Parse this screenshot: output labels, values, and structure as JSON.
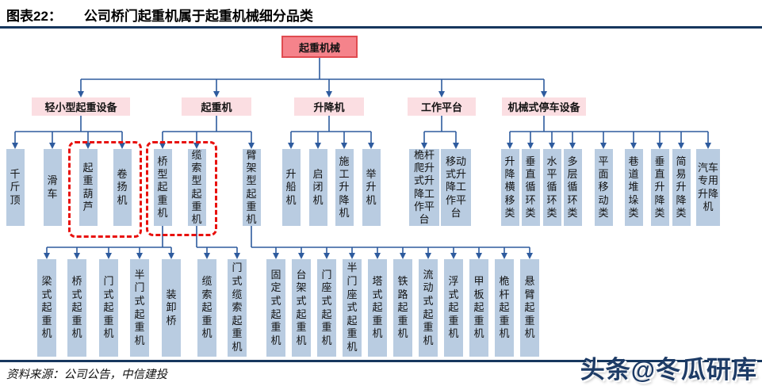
{
  "header": {
    "fig_label": "图表22：",
    "title": "公司桥门起重机属于起重机械细分品类"
  },
  "footer": {
    "source": "资料来源：公司公告，中信建投"
  },
  "watermark": {
    "text": "头条@冬瓜研库"
  },
  "colors": {
    "navy_rule": "#17375E",
    "wire": "#2E5B9E",
    "root_fill": "#F5838B",
    "root_border": "#E04B50",
    "level2_fill": "#FBDEE2",
    "node_fill": "#B9CCE1",
    "highlight_red": "#E8110E",
    "watermark_color": "#1D3B66"
  },
  "nodes": {
    "root": "起重机械",
    "l2": [
      "轻小型起重设备",
      "起重机",
      "升降机",
      "工作平台",
      "机械式停车设备"
    ],
    "l3": {
      "light_small": [
        "千斤顶",
        "滑车",
        "起重葫芦",
        "卷扬机"
      ],
      "crane": [
        "桥型起重机",
        "缆索型起重机",
        "臂架型起重机"
      ],
      "elevator": [
        "升船机",
        "启闭机",
        "施工升降机",
        "举升机"
      ],
      "platform": [
        "桅杆爬升式升降工作平台",
        "移动式升降工作平台"
      ],
      "parking": [
        "升降横移类",
        "垂直循环类",
        "水平循环类",
        "多层循环类",
        "平面移动类",
        "巷道堆垛类",
        "垂直升降类",
        "简易升降类",
        "汽车专用升降机"
      ]
    },
    "l4": {
      "bridge_type": [
        "梁式起重机",
        "桥式起重机",
        "门式起重机",
        "半门式起重机",
        "装卸桥"
      ],
      "cable_type": [
        "缆索起重机",
        "门式缆索起重机"
      ],
      "jib_type": [
        "固定式起重机",
        "台架式起重机",
        "门座式起重机",
        "半门座式起重机",
        "塔式起重机",
        "铁路起重机",
        "流动式起重机",
        "浮式起重机",
        "甲板起重机",
        "桅杆起重机",
        "悬臂起重机"
      ]
    }
  }
}
